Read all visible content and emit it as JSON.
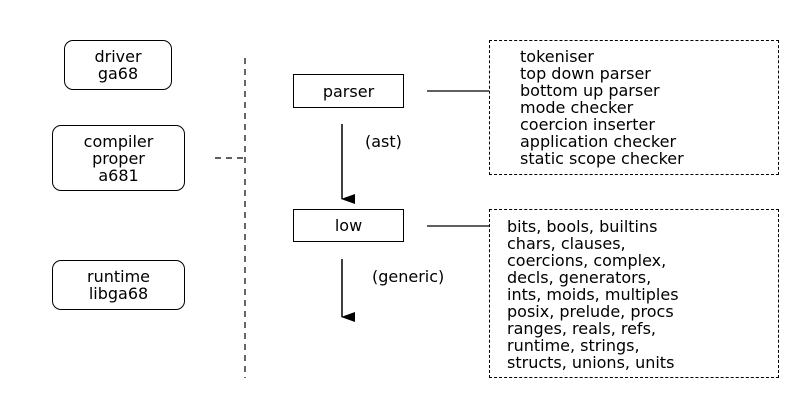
{
  "modules": {
    "driver": {
      "lines": [
        "driver",
        "ga68"
      ]
    },
    "compiler": {
      "lines": [
        "compiler",
        "proper",
        "a681"
      ]
    },
    "runtime": {
      "lines": [
        "runtime",
        "libga68"
      ]
    }
  },
  "stages": {
    "parser": {
      "label": "parser"
    },
    "low": {
      "label": "low"
    }
  },
  "edges": {
    "parser_to_low": "(ast)",
    "low_out": "(generic)"
  },
  "parser_details": [
    "tokeniser",
    "top down parser",
    "bottom up parser",
    "mode checker",
    "coercion inserter",
    "application checker",
    "static scope checker"
  ],
  "low_details": [
    "bits, bools, builtins",
    "chars, clauses,",
    "coercions, complex,",
    "decls, generators,",
    "ints, moids, multiples",
    "posix, prelude, procs",
    "ranges, reals, refs,",
    "runtime, strings,",
    "structs, unions, units"
  ]
}
